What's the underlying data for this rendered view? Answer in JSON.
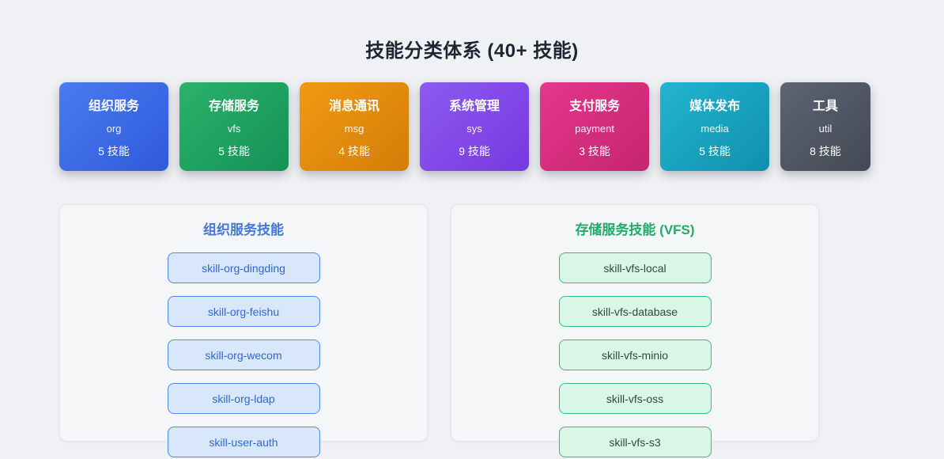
{
  "page": {
    "title": "技能分类体系 (40+ 技能)"
  },
  "categories": [
    {
      "name": "组织服务",
      "code": "org",
      "count": "5 技能",
      "gradient_from": "#4a7bf1",
      "gradient_to": "#2f5ada"
    },
    {
      "name": "存储服务",
      "code": "vfs",
      "count": "5 技能",
      "gradient_from": "#2bb26a",
      "gradient_to": "#149257"
    },
    {
      "name": "消息通讯",
      "code": "msg",
      "count": "4 技能",
      "gradient_from": "#f09a12",
      "gradient_to": "#d47d08"
    },
    {
      "name": "系统管理",
      "code": "sys",
      "count": "9 技能",
      "gradient_from": "#8d5af0",
      "gradient_to": "#7738e0"
    },
    {
      "name": "支付服务",
      "code": "payment",
      "count": "3 技能",
      "gradient_from": "#e5368c",
      "gradient_to": "#c5256e"
    },
    {
      "name": "媒体发布",
      "code": "media",
      "count": "5 技能",
      "gradient_from": "#22b5cf",
      "gradient_to": "#108fae"
    },
    {
      "name": "工具",
      "code": "util",
      "count": "8 技能",
      "gradient_from": "#5d6472",
      "gradient_to": "#434a55"
    }
  ],
  "panels": [
    {
      "title": "组织服务技能",
      "accent_color": "#4477e0",
      "chip_bg": "#d9e7fc",
      "chip_border": "#5187ec",
      "chip_text": "#2d68d8",
      "skills": [
        "skill-org-dingding",
        "skill-org-feishu",
        "skill-org-wecom",
        "skill-org-ldap",
        "skill-user-auth"
      ]
    },
    {
      "title": "存储服务技能 (VFS)",
      "accent_color": "#1fad68",
      "chip_bg": "#d8f7e7",
      "chip_border": "#36ba7e",
      "chip_text": "#374743",
      "skills": [
        "skill-vfs-local",
        "skill-vfs-database",
        "skill-vfs-minio",
        "skill-vfs-oss",
        "skill-vfs-s3"
      ]
    }
  ]
}
